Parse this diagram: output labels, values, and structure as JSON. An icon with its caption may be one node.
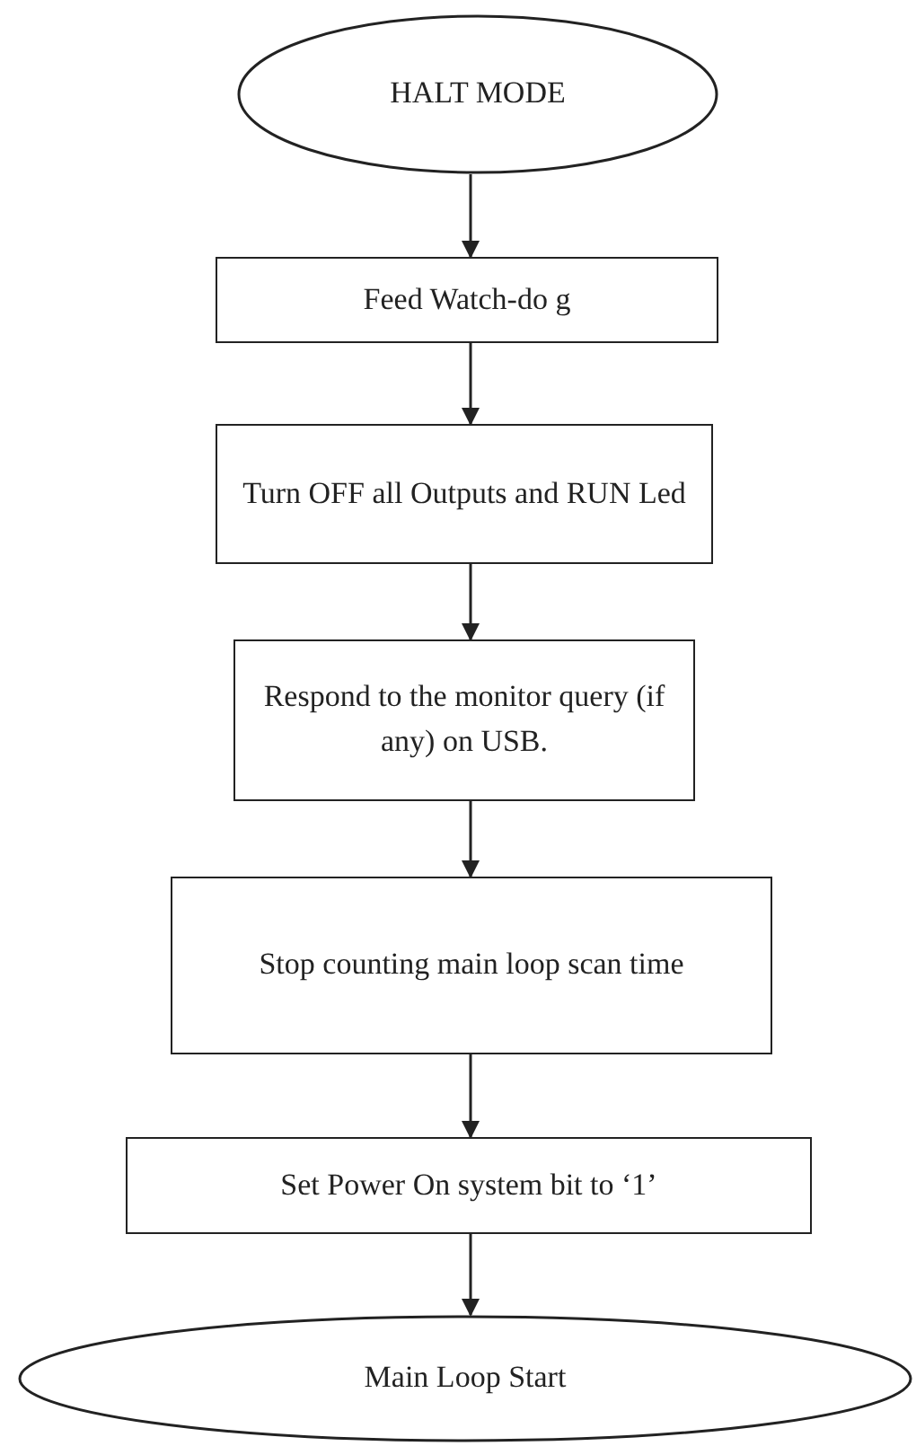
{
  "diagram": {
    "nodes": [
      {
        "text": [
          "HALT MODE"
        ]
      },
      {
        "text": [
          "Feed Watch-do g"
        ]
      },
      {
        "text": [
          "Turn OFF all Outputs and RUN Led"
        ]
      },
      {
        "text": [
          "Respond to the monitor query (if any) on USB."
        ]
      },
      {
        "text": [
          "Stop counting main loop scan time"
        ]
      },
      {
        "text": [
          "Set Power On system bit to ‘1’"
        ]
      },
      {
        "text": [
          "Main Loop Start"
        ]
      }
    ],
    "edges": [
      {
        "from": 0,
        "to": 1,
        "arrow": "to"
      },
      {
        "from": 1,
        "to": 2,
        "arrow": "to"
      },
      {
        "from": 2,
        "to": 3,
        "arrow": "to"
      },
      {
        "from": 3,
        "to": 4,
        "arrow": "to"
      },
      {
        "from": 4,
        "to": 5,
        "arrow": "to"
      },
      {
        "from": 5,
        "to": 6,
        "arrow": "to"
      }
    ]
  }
}
